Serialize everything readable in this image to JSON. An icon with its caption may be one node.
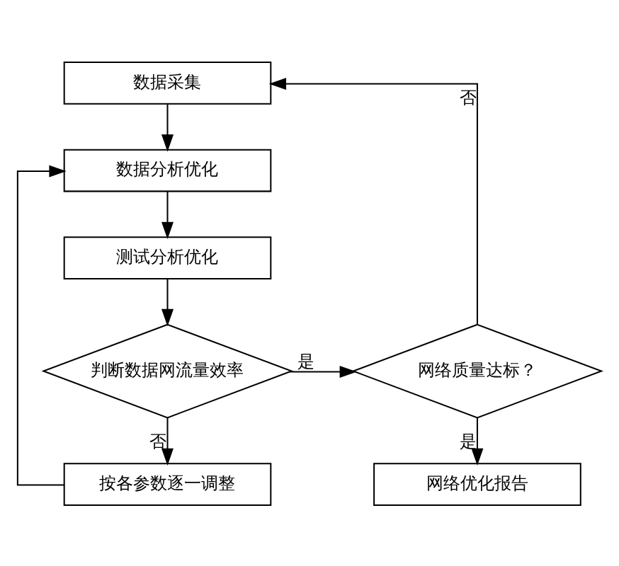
{
  "diagram": {
    "nodes": [
      {
        "text": [
          "数据采集"
        ]
      },
      {
        "text": [
          "数据分析优化"
        ]
      },
      {
        "text": [
          "测试分析优化"
        ]
      },
      {
        "text": [
          "判断数据网流量效率"
        ]
      },
      {
        "text": [
          "网络质量达标？"
        ]
      },
      {
        "text": [
          "按各参数逐一调整"
        ]
      },
      {
        "text": [
          "网络优化报告"
        ]
      }
    ],
    "edges": [
      {
        "from": 0,
        "to": 1,
        "arrow": "to"
      },
      {
        "from": 1,
        "to": 2,
        "arrow": "to"
      },
      {
        "from": 2,
        "to": 3,
        "arrow": "to"
      },
      {
        "from": 3,
        "to": 4,
        "arrow": "to",
        "label": "是"
      },
      {
        "from": 3,
        "to": 5,
        "arrow": "to",
        "label": "否"
      },
      {
        "from": 5,
        "to": 1,
        "arrow": "to"
      },
      {
        "from": 4,
        "to": 0,
        "arrow": "to",
        "label": "否"
      },
      {
        "from": 4,
        "to": 6,
        "arrow": "to",
        "label": "是"
      }
    ]
  }
}
